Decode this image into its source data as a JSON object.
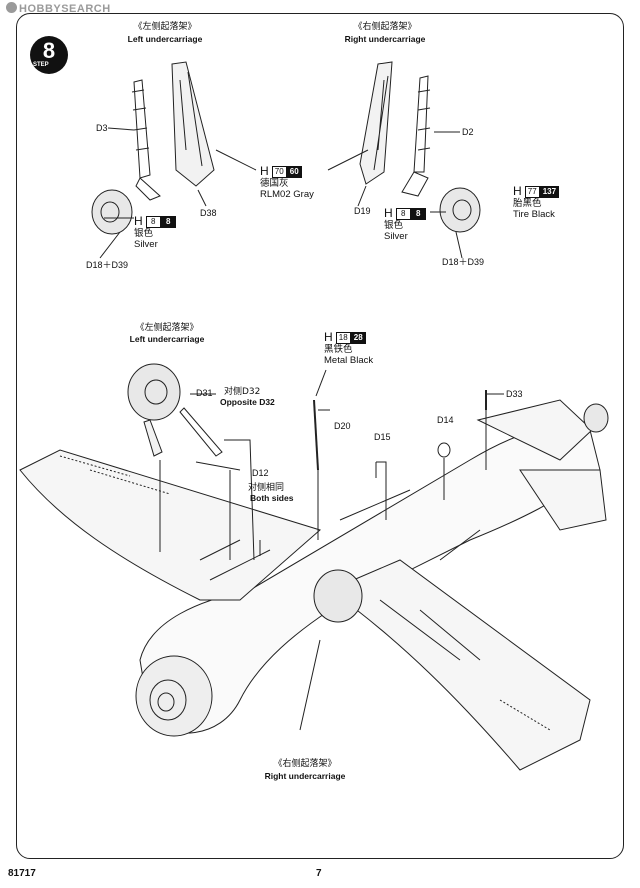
{
  "watermark": "HOBBYSEARCH",
  "step": {
    "number": "8",
    "label": "STEP"
  },
  "top_left": {
    "zh": "《左侧起落架》",
    "en": "Left undercarriage",
    "parts": {
      "d3": "D3",
      "d38": "D38",
      "d18": "D18＋D39"
    }
  },
  "top_right": {
    "zh": "《右侧起落架》",
    "en": "Right undercarriage",
    "parts": {
      "d2": "D2",
      "d19": "D19",
      "d18": "D18＋D39"
    }
  },
  "paints": {
    "rlm02": {
      "h": "H",
      "code1": "70",
      "code2": "60",
      "zh": "德国灰",
      "en": "RLM02 Gray"
    },
    "silver_left": {
      "h": "H",
      "code1": "8",
      "code2": "8",
      "zh": "银色",
      "en": "Silver"
    },
    "silver_right": {
      "h": "H",
      "code1": "8",
      "code2": "8",
      "zh": "银色",
      "en": "Silver"
    },
    "tire_black": {
      "h": "H",
      "code1": "77",
      "code2": "137",
      "zh": "胎黑色",
      "en": "Tire Black"
    },
    "metal_black": {
      "h": "H",
      "code1": "18",
      "code2": "28",
      "zh": "黑铁色",
      "en": "Metal  Black"
    }
  },
  "main": {
    "left_zh": "《左侧起落架》",
    "left_en": "Left undercarriage",
    "d31": "D31",
    "d32_zh": "对侧D32",
    "d32_en": "Opposite D32",
    "d12": "D12",
    "d12_zh": "对侧相同",
    "d12_en": "Both sides",
    "d20": "D20",
    "d15": "D15",
    "d14": "D14",
    "d33": "D33",
    "right_zh": "《右侧起落架》",
    "right_en": "Right undercarriage"
  },
  "footer": {
    "code": "81717",
    "page": "7"
  }
}
